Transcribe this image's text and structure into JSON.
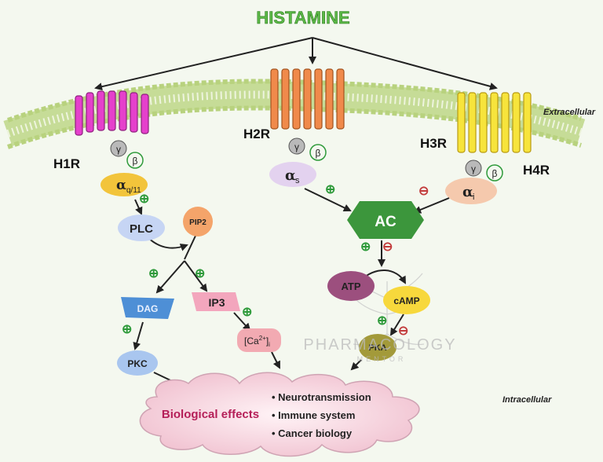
{
  "title": "HISTAMINE",
  "regions": {
    "extracellular": "Extracellular",
    "intracellular": "Intracellular"
  },
  "receptors": {
    "h1": "H1R",
    "h2": "H2R",
    "h3": "H3R",
    "h4": "H4R"
  },
  "subunits": {
    "gamma": "γ",
    "beta": "β",
    "alpha_q_main": "α",
    "alpha_q_sub": "q/11",
    "alpha_s_main": "α",
    "alpha_s_sub": "s",
    "alpha_i_main": "α",
    "alpha_i_sub": "i"
  },
  "nodes": {
    "plc": "PLC",
    "pip2": "PIP2",
    "dag": "DAG",
    "ip3": "IP3",
    "ca_main": "[Ca",
    "ca_sup": "2+",
    "ca_end": "]",
    "ca_sub": "i",
    "pkc": "PKC",
    "ac": "AC",
    "atp": "ATP",
    "camp": "cAMP",
    "pka": "PKA"
  },
  "signs": {
    "plus": "⊕",
    "minus": "⊖"
  },
  "effects": {
    "label": "Biological effects",
    "items": [
      "• Neurotransmission",
      "• Immune system",
      "• Cancer biology"
    ]
  },
  "watermark": {
    "line1": "PHARMACOLOGY",
    "line2": "MENTOR"
  },
  "colors": {
    "title_green": "#4caf3a",
    "h1_pink": "#e23fc9",
    "h2_orange": "#ef8a4a",
    "h3_yellow": "#f5e23a",
    "membrane": "#d9e8b2",
    "ac_green": "#3f9a3f",
    "plus_green": "#2e9a3a",
    "minus_red": "#c23b3b",
    "effects_cloud": "#f3cbd6",
    "effects_label": "#b51f58"
  }
}
